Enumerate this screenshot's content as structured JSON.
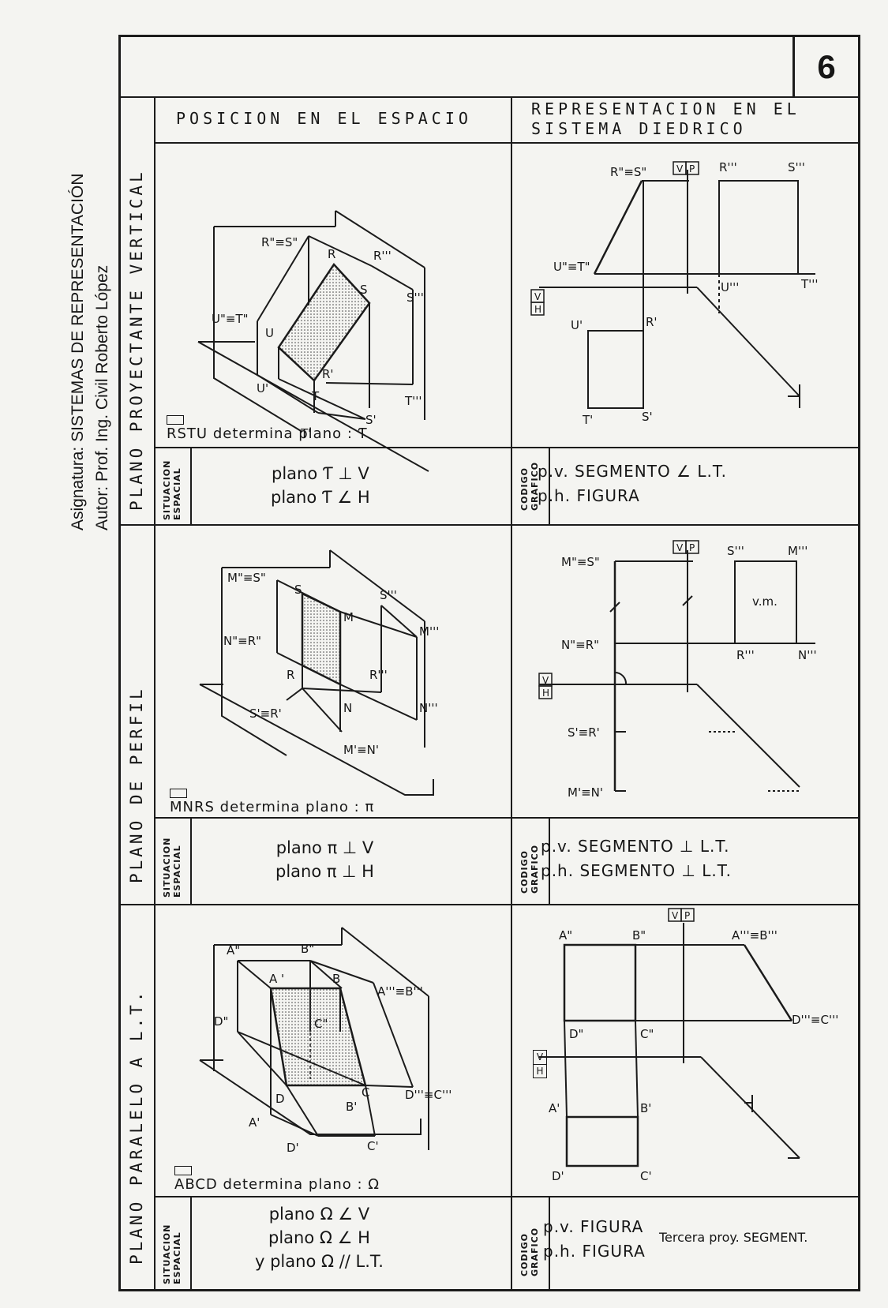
{
  "side": {
    "line1": "Asignatura: SISTEMAS DE REPRESENTACIÓN",
    "line2": "Autor: Prof. Ing. Civil Roberto López"
  },
  "sheet_number": "6",
  "headers": {
    "space_line1": "POSICION  EN  EL  ESPACIO",
    "diedric_line1": "REPRESENTACION EN EL",
    "diedric_line2": "SISTEMA   DIEDRICO"
  },
  "row_labels": {
    "row1": "PLANO  PROYECTANTE VERTICAL",
    "row2": "PLANO   DE   PERFIL",
    "row3": "PLANO  PARALELO  A  L.T."
  },
  "labels": {
    "situacion": "SITUACION",
    "espacial": "ESPACIAL",
    "codigo": "CODIGO",
    "grafico": "GRAFICO"
  },
  "rows": [
    {
      "determina": "RSTU determina plano : Ƭ",
      "situacion": [
        "plano Ƭ ⊥ V",
        "plano Ƭ ∠ H"
      ],
      "codigo": [
        "p.v. SEGMENTO ∠ L.T.",
        "p.h. FIGURA"
      ],
      "space_labels": {
        "a": "R\"≡S\"",
        "b": "R",
        "c": "R'''",
        "d": "S",
        "e": "S'''",
        "f": "U\"≡T\"",
        "g": "U",
        "h": "R'",
        "i": "U'",
        "j": "T",
        "k": "T'''",
        "l": "S'",
        "m": "T'"
      },
      "diedric_labels": {
        "a": "R\"≡S\"",
        "b": "R'''",
        "c": "S'''",
        "d": "U\"≡T\"",
        "e": "U'''",
        "f": "T'''",
        "g": "U'",
        "h": "R'",
        "i": "T'",
        "j": "S'"
      }
    },
    {
      "determina": "MNRS determina plano : π",
      "situacion": [
        "plano π ⊥ V",
        "plano π ⊥ H"
      ],
      "codigo": [
        "p.v. SEGMENTO ⊥ L.T.",
        "p.h. SEGMENTO ⊥ L.T."
      ],
      "space_labels": {
        "a": "M\"≡S\"",
        "b": "S",
        "c": "S'''",
        "d": "M",
        "e": "M'''",
        "f": "N\"≡R\"",
        "g": "R",
        "h": "R'''",
        "i": "S'≡R'",
        "j": "N",
        "k": "N'''",
        "l": "M'≡N'"
      },
      "diedric_labels": {
        "a": "M\"≡S\"",
        "b": "S'''",
        "c": "M'''",
        "d": "v.m.",
        "e": "N\"≡R\"",
        "f": "R'''",
        "g": "N'''",
        "h": "S'≡R'",
        "i": "M'≡N'"
      }
    },
    {
      "determina": "ABCD determina plano : Ω",
      "situacion": [
        "plano Ω ∠ V",
        "plano Ω ∠ H",
        "y plano Ω // L.T."
      ],
      "codigo": [
        "p.v. FIGURA",
        "p.h. FIGURA"
      ],
      "tercera": "Tercera proy. SEGMENT.",
      "space_labels": {
        "a": "A\"",
        "b": "B\"",
        "c": "A '",
        "d": "B",
        "e": "A'''≡B'''",
        "f": "D\"",
        "g": "C\"",
        "h": "D",
        "i": "C",
        "j": "D'''≡C'''",
        "k": "A'",
        "l": "B'",
        "m": "D'",
        "n": "C'"
      },
      "diedric_labels": {
        "a": "A\"",
        "b": "B\"",
        "c": "A'''≡B'''",
        "d": "D\"",
        "e": "C\"",
        "f": "D'''≡C'''",
        "g": "A'",
        "h": "B'",
        "i": "D'",
        "j": "C'"
      }
    }
  ],
  "axis": {
    "v": "V",
    "p": "P",
    "h": "H"
  }
}
